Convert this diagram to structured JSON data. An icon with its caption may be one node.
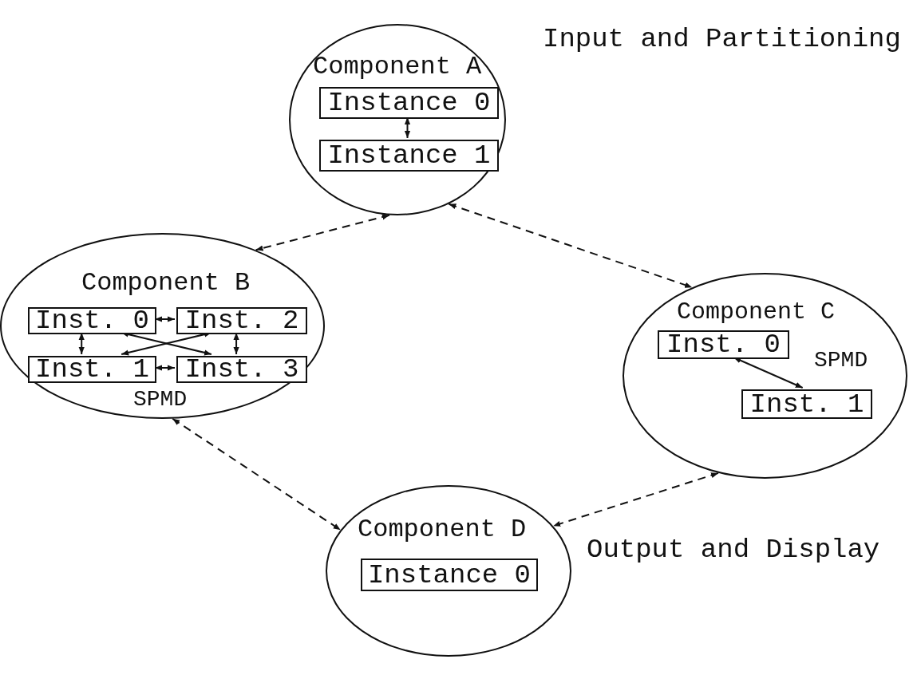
{
  "diagram": {
    "nodes": [
      {
        "text": [
          "Component A"
        ],
        "beside": [
          "Input and Partitioning"
        ]
      },
      {
        "text": [
          "Instance 0"
        ],
        "in": 0
      },
      {
        "text": [
          "Instance 1"
        ],
        "in": 0
      },
      {
        "text": [
          "Component B",
          "SPMD"
        ]
      },
      {
        "text": [
          "Inst. 0"
        ],
        "in": 3
      },
      {
        "text": [
          "Inst. 2"
        ],
        "in": 3
      },
      {
        "text": [
          "Inst. 1"
        ],
        "in": 3
      },
      {
        "text": [
          "Inst. 3"
        ],
        "in": 3
      },
      {
        "text": [
          "Component C",
          "SPMD"
        ]
      },
      {
        "text": [
          "Inst. 0"
        ],
        "in": 8
      },
      {
        "text": [
          "Inst. 1"
        ],
        "in": 8
      },
      {
        "text": [
          "Component D"
        ],
        "beside": [
          "Output and Display"
        ]
      },
      {
        "text": [
          "Instance 0"
        ],
        "in": 11
      }
    ],
    "edges": [
      {
        "from": 1,
        "to": 2,
        "arrow": "both"
      },
      {
        "from": 4,
        "to": 5,
        "arrow": "both"
      },
      {
        "from": 4,
        "to": 6,
        "arrow": "both"
      },
      {
        "from": 5,
        "to": 7,
        "arrow": "both"
      },
      {
        "from": 6,
        "to": 7,
        "arrow": "both"
      },
      {
        "from": 4,
        "to": 7,
        "arrow": "both"
      },
      {
        "from": 5,
        "to": 6,
        "arrow": "both"
      },
      {
        "from": 9,
        "to": 10,
        "arrow": "both"
      },
      {
        "from": 0,
        "to": 3,
        "arrow": "both",
        "style": "dashed"
      },
      {
        "from": 0,
        "to": 8,
        "arrow": "both",
        "style": "dashed"
      },
      {
        "from": 3,
        "to": 11,
        "arrow": "both",
        "style": "dashed"
      },
      {
        "from": 8,
        "to": 11,
        "arrow": "both",
        "style": "dashed"
      }
    ]
  }
}
